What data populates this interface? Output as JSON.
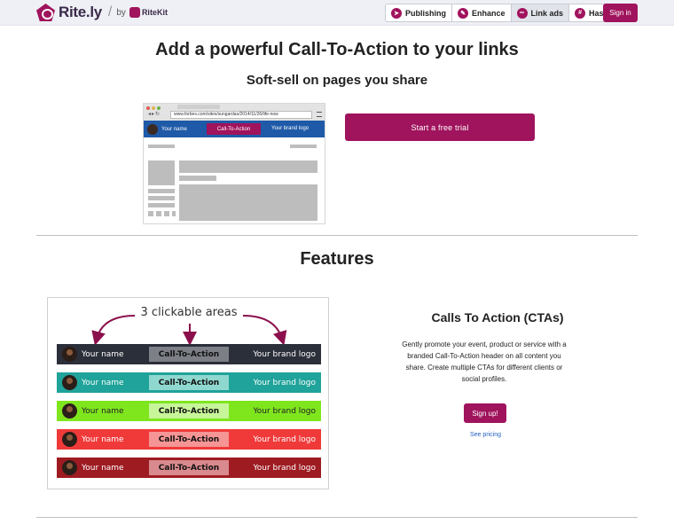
{
  "header": {
    "logo_text": "Rite.ly",
    "separator": "/",
    "by": "by",
    "ritekit": "RiteKit",
    "nav": [
      {
        "label": "Publishing",
        "icon": "paper-plane-icon"
      },
      {
        "label": "Enhance",
        "icon": "pencil-icon"
      },
      {
        "label": "Link ads",
        "icon": "link-icon"
      },
      {
        "label": "Hashtags",
        "icon": "hashtag-icon"
      }
    ],
    "active_nav": "Link ads",
    "signin_label": "Sign in"
  },
  "hero": {
    "title": "Add a powerful Call-To-Action to your links",
    "subtitle": "Soft-sell on pages you share",
    "browser": {
      "url": "www.forbes.com/sites/sungardas/2014/11/26/life-now",
      "bar_name": "Your name",
      "bar_cta": "Call-To-Action",
      "bar_brand": "Your brand logo"
    },
    "trial_button": "Start a free trial"
  },
  "features": {
    "title": "Features",
    "image": {
      "caption": "3 clickable areas",
      "rows": [
        {
          "name": "Your name",
          "cta": "Call-To-Action",
          "brand": "Your brand logo",
          "bg": "#2b2f3a",
          "cta_bg": "#7c7f86",
          "name_color": "#ffffff",
          "brand_color": "#ffffff"
        },
        {
          "name": "Your name",
          "cta": "Call-To-Action",
          "brand": "Your brand logo",
          "bg": "#1fa39a",
          "cta_bg": "#8fd8cf",
          "name_color": "#ffffff",
          "brand_color": "#ffffff"
        },
        {
          "name": "Your name",
          "cta": "Call-To-Action",
          "brand": "Your brand logo",
          "bg": "#7fe61e",
          "cta_bg": "#c7f59a",
          "name_color": "#222222",
          "brand_color": "#222222"
        },
        {
          "name": "Your name",
          "cta": "Call-To-Action",
          "brand": "Your brand logo",
          "bg": "#f03a3a",
          "cta_bg": "#f59595",
          "name_color": "#ffffff",
          "brand_color": "#ffffff"
        },
        {
          "name": "Your name",
          "cta": "Call-To-Action",
          "brand": "Your brand logo",
          "bg": "#9e1b22",
          "cta_bg": "#d98a8e",
          "name_color": "#ffffff",
          "brand_color": "#ffffff"
        }
      ]
    },
    "cta_title": "Calls To Action (CTAs)",
    "cta_description": "Gently promote your event, product or service with a branded Call-To-Action header on all content you share. Create multiple CTAs for different clients or social profiles.",
    "signup_button": "Sign up!",
    "pricing_link": "See pricing"
  },
  "colors": {
    "brand": "#a0135d",
    "link": "#1f5fc0",
    "browser_bar": "#1e5aa8"
  }
}
